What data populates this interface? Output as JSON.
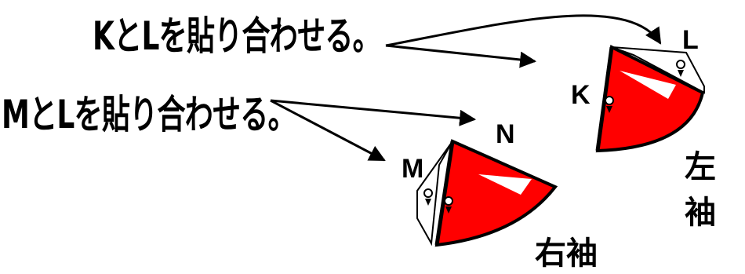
{
  "instructions": {
    "kl": "KとLを貼り合わせる。",
    "ml": "MとLを貼り合わせる。"
  },
  "labels": {
    "n": "N",
    "m": "M",
    "k": "K",
    "l": "L"
  },
  "sleeves": {
    "right": "右袖",
    "left": "左袖"
  },
  "colors": {
    "fill": "#ff0000",
    "stroke": "#000000"
  }
}
